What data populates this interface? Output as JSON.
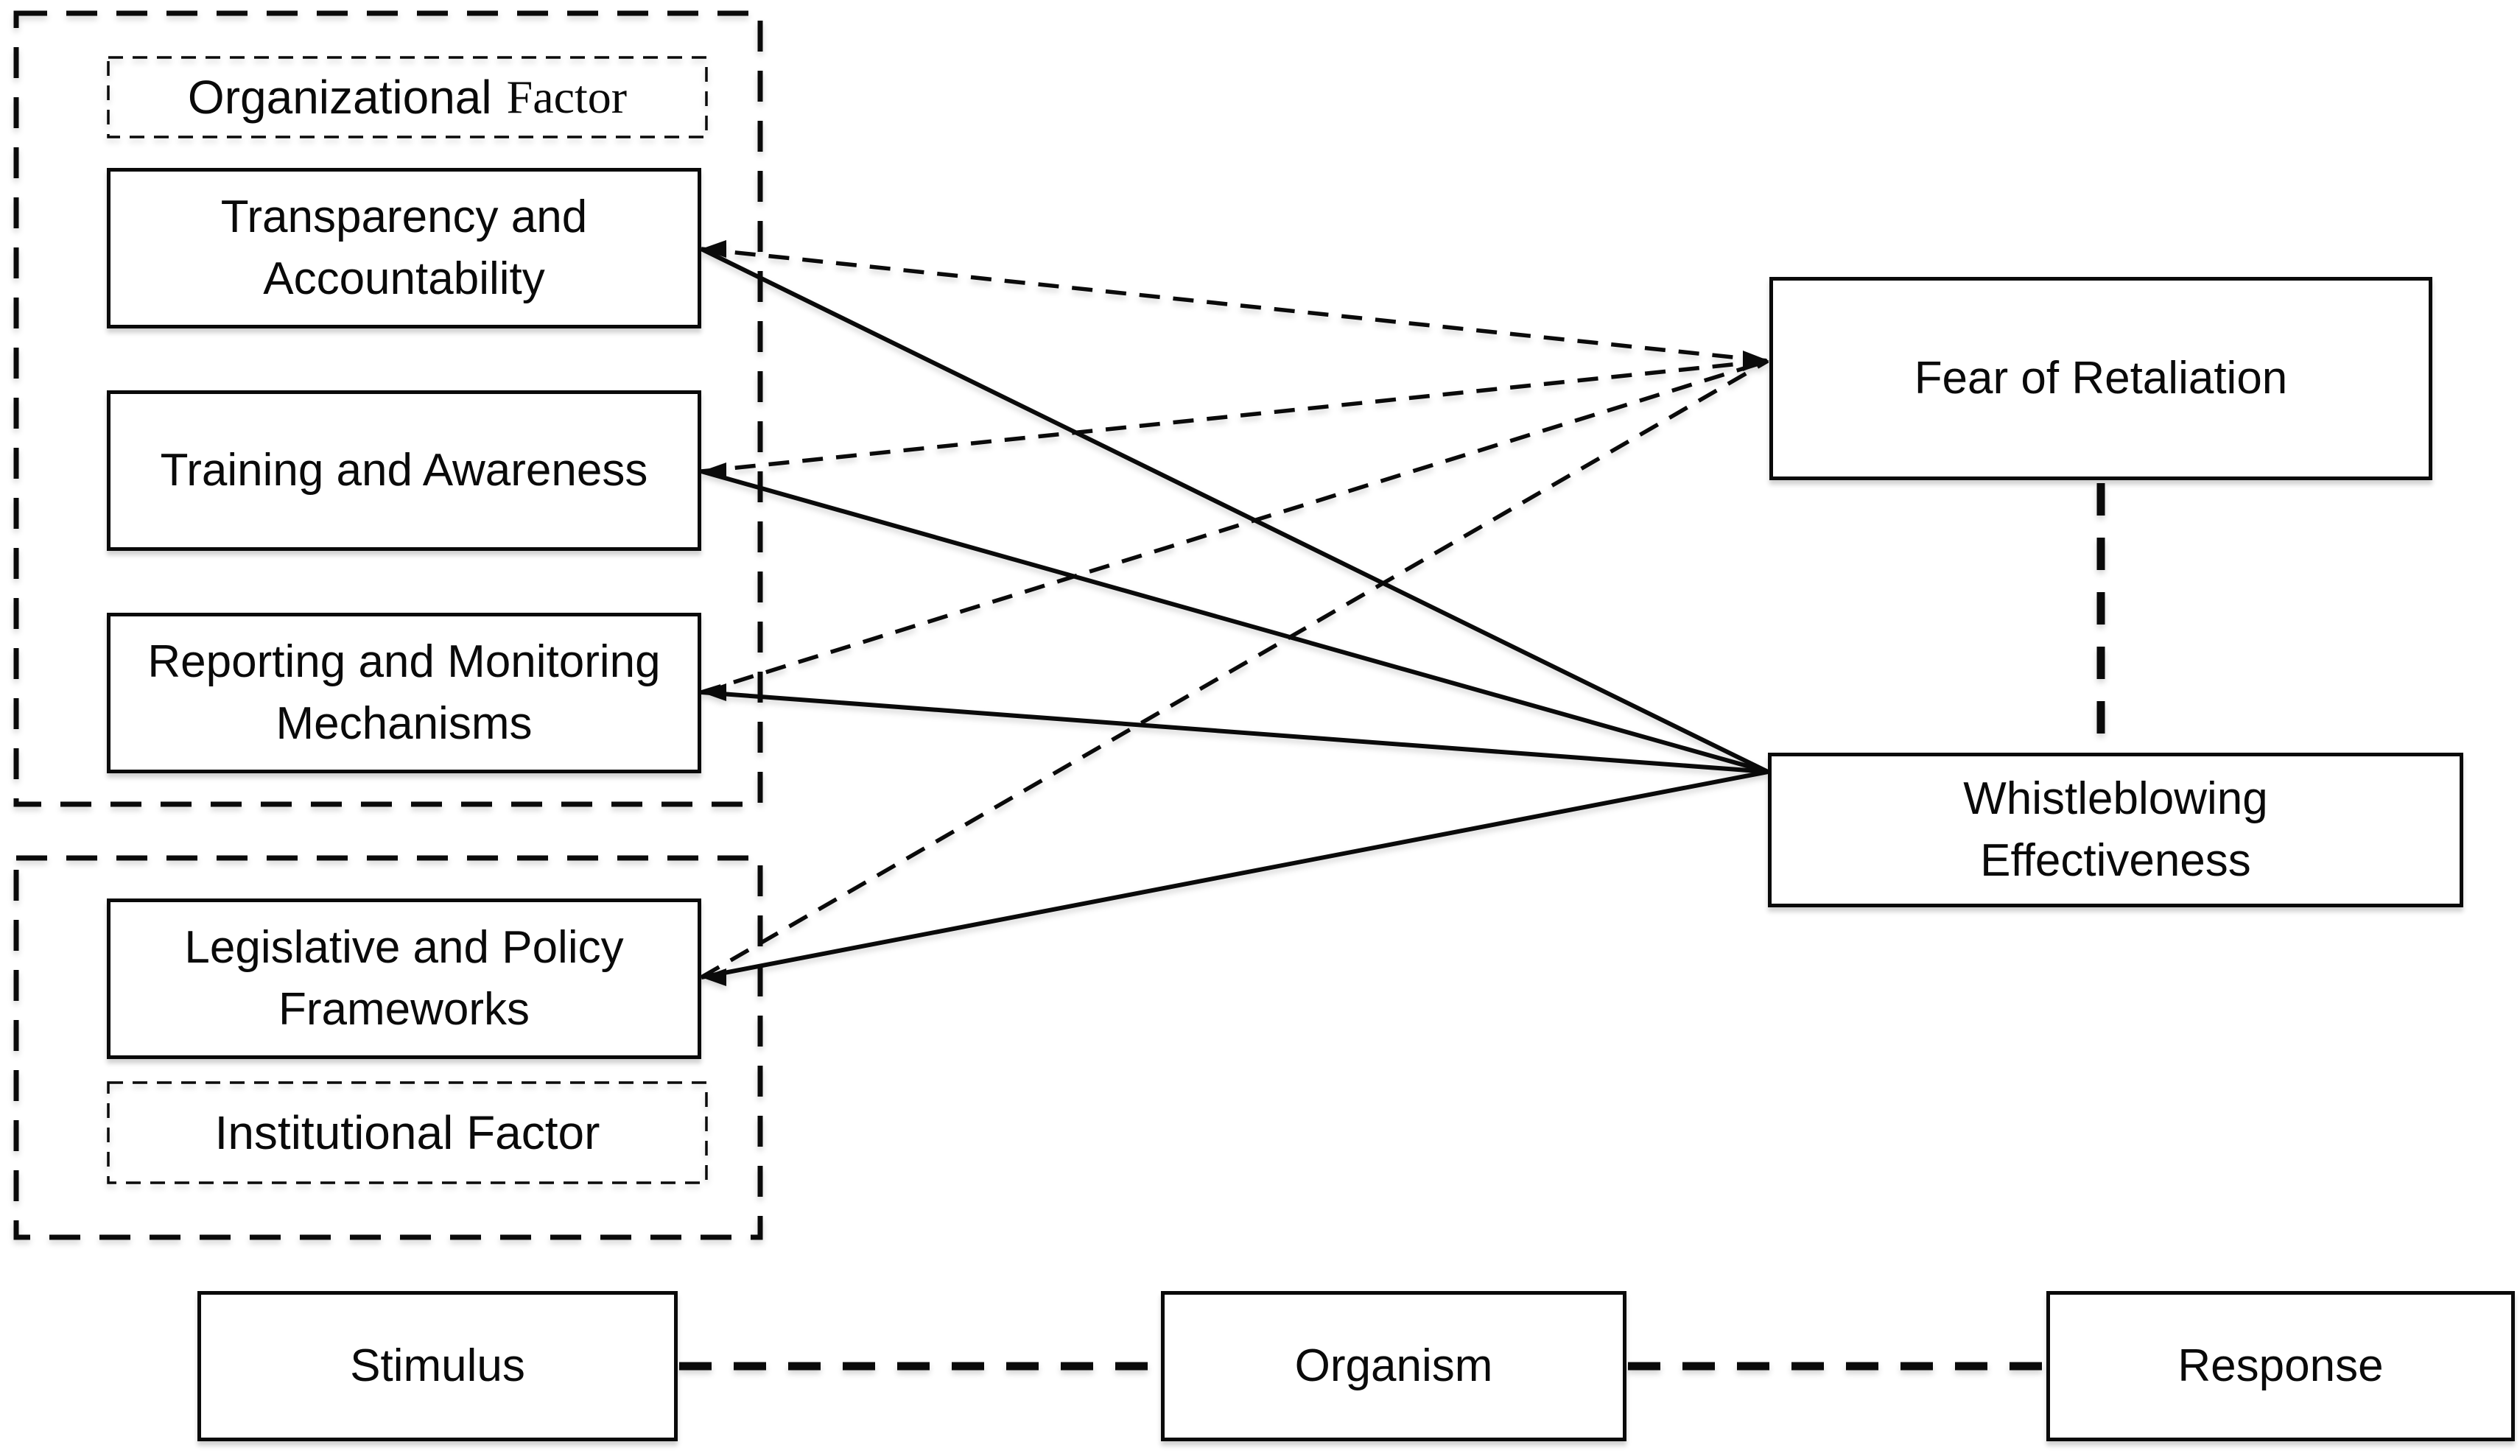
{
  "colors": {
    "ink": "#0a0a0a",
    "background": "#ffffff"
  },
  "nodes": {
    "organizational_factor": {
      "label": "Organizational Factor",
      "label_sans": "Organizational",
      "label_serif": "Factor"
    },
    "transparency": {
      "label": "Transparency and\nAccountability"
    },
    "training": {
      "label": "Training and Awareness"
    },
    "reporting": {
      "label": "Reporting and Monitoring\nMechanisms"
    },
    "legislative": {
      "label": "Legislative and Policy\nFrameworks"
    },
    "institutional_factor": {
      "label": "Institutional Factor"
    },
    "fear_of_retaliation": {
      "label": "Fear of Retaliation"
    },
    "whistleblowing_effectiveness": {
      "label": "Whistleblowing\nEffectiveness"
    },
    "stimulus": {
      "label": "Stimulus"
    },
    "organism": {
      "label": "Organism"
    },
    "response": {
      "label": "Response"
    }
  },
  "groups": [
    {
      "id": "organizational",
      "label": "Organizational Factor",
      "label_position": "top",
      "items": [
        "transparency",
        "training",
        "reporting"
      ]
    },
    {
      "id": "institutional",
      "label": "Institutional Factor",
      "label_position": "bottom",
      "items": [
        "legislative"
      ]
    }
  ],
  "edges": [
    {
      "from": "transparency",
      "to": "fear_of_retaliation",
      "style": "dashed"
    },
    {
      "from": "training",
      "to": "fear_of_retaliation",
      "style": "dashed"
    },
    {
      "from": "reporting",
      "to": "fear_of_retaliation",
      "style": "dashed"
    },
    {
      "from": "legislative",
      "to": "fear_of_retaliation",
      "style": "dashed"
    },
    {
      "from": "transparency",
      "to": "whistleblowing_effectiveness",
      "style": "solid"
    },
    {
      "from": "training",
      "to": "whistleblowing_effectiveness",
      "style": "solid"
    },
    {
      "from": "reporting",
      "to": "whistleblowing_effectiveness",
      "style": "solid"
    },
    {
      "from": "legislative",
      "to": "whistleblowing_effectiveness",
      "style": "solid"
    },
    {
      "from": "fear_of_retaliation",
      "to": "whistleblowing_effectiveness",
      "style": "bold_dashed"
    },
    {
      "from": "stimulus",
      "to": "organism",
      "style": "bold_dashed"
    },
    {
      "from": "organism",
      "to": "response",
      "style": "bold_dashed"
    }
  ]
}
